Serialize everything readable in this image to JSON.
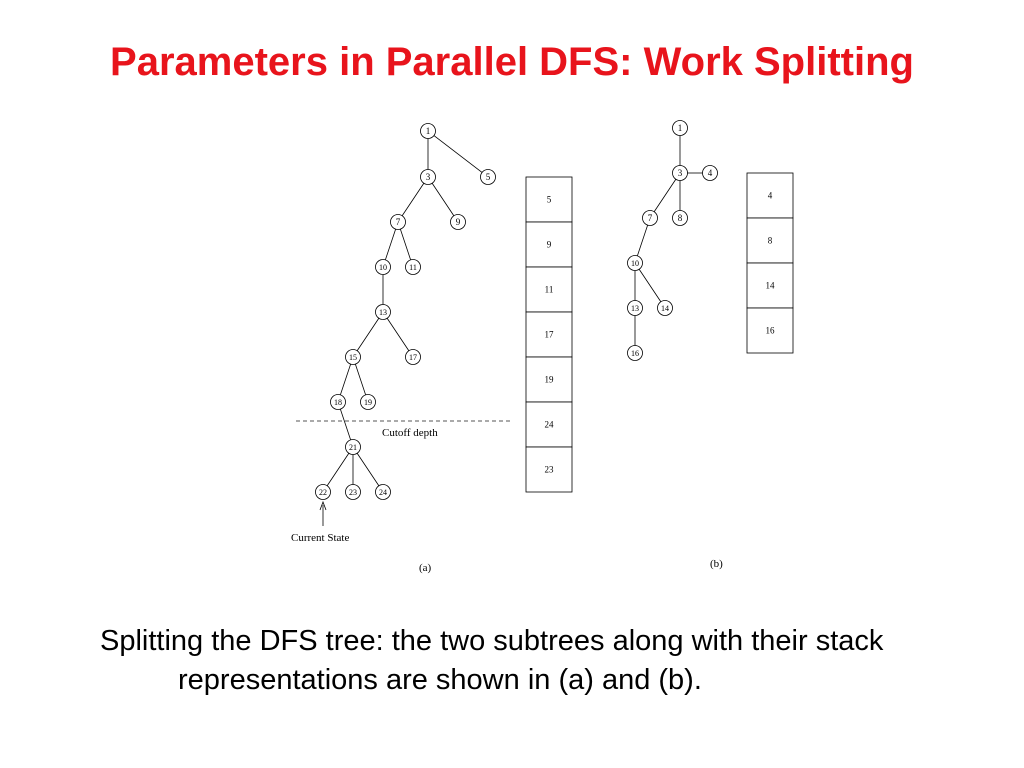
{
  "slide": {
    "title": "Parameters in Parallel DFS: Work Splitting",
    "title_color": "#e8141c",
    "caption": "Splitting the DFS tree: the two subtrees along with their stack representations are shown in (a) and (b)."
  },
  "diagram_a": {
    "label": "(a)",
    "cutoff_label": "Cutoff depth",
    "current_state_label": "Current State",
    "nodes": [
      "1",
      "3",
      "5",
      "7",
      "9",
      "10",
      "11",
      "13",
      "15",
      "17",
      "18",
      "19",
      "21",
      "22",
      "23",
      "24"
    ],
    "edges": [
      [
        "1",
        "3"
      ],
      [
        "1",
        "5"
      ],
      [
        "3",
        "7"
      ],
      [
        "3",
        "9"
      ],
      [
        "7",
        "10"
      ],
      [
        "7",
        "11"
      ],
      [
        "10",
        "13"
      ],
      [
        "13",
        "15"
      ],
      [
        "13",
        "17"
      ],
      [
        "15",
        "18"
      ],
      [
        "15",
        "19"
      ],
      [
        "18",
        "21"
      ],
      [
        "21",
        "22"
      ],
      [
        "21",
        "23"
      ],
      [
        "21",
        "24"
      ]
    ],
    "stack": [
      "5",
      "9",
      "11",
      "17",
      "19",
      "24",
      "23"
    ]
  },
  "diagram_b": {
    "label": "(b)",
    "nodes": [
      "1",
      "3",
      "4",
      "7",
      "8",
      "10",
      "13",
      "14",
      "16"
    ],
    "edges": [
      [
        "1",
        "3"
      ],
      [
        "3",
        "4"
      ],
      [
        "3",
        "7"
      ],
      [
        "3",
        "8"
      ],
      [
        "7",
        "10"
      ],
      [
        "10",
        "13"
      ],
      [
        "10",
        "14"
      ],
      [
        "13",
        "16"
      ]
    ],
    "stack": [
      "4",
      "8",
      "14",
      "16"
    ]
  }
}
